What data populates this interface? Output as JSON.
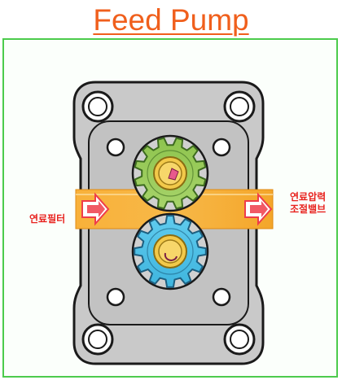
{
  "slide": {
    "title": "Feed Pump"
  },
  "diagram": {
    "inlet_label": "연료필터",
    "outlet_label_line1": "연료압력",
    "outlet_label_line2": "조절밸브",
    "colors": {
      "title": "#f05f1c",
      "frame_border": "#4ccb4c",
      "pump_body": "#c9c9c9",
      "pump_outline": "#1a1a1a",
      "flow": "#f6a623",
      "upper_gear": "#9ccc58",
      "lower_gear": "#4fc3e8",
      "arrow": "#ef3c4a",
      "label": "#e8221e"
    }
  }
}
